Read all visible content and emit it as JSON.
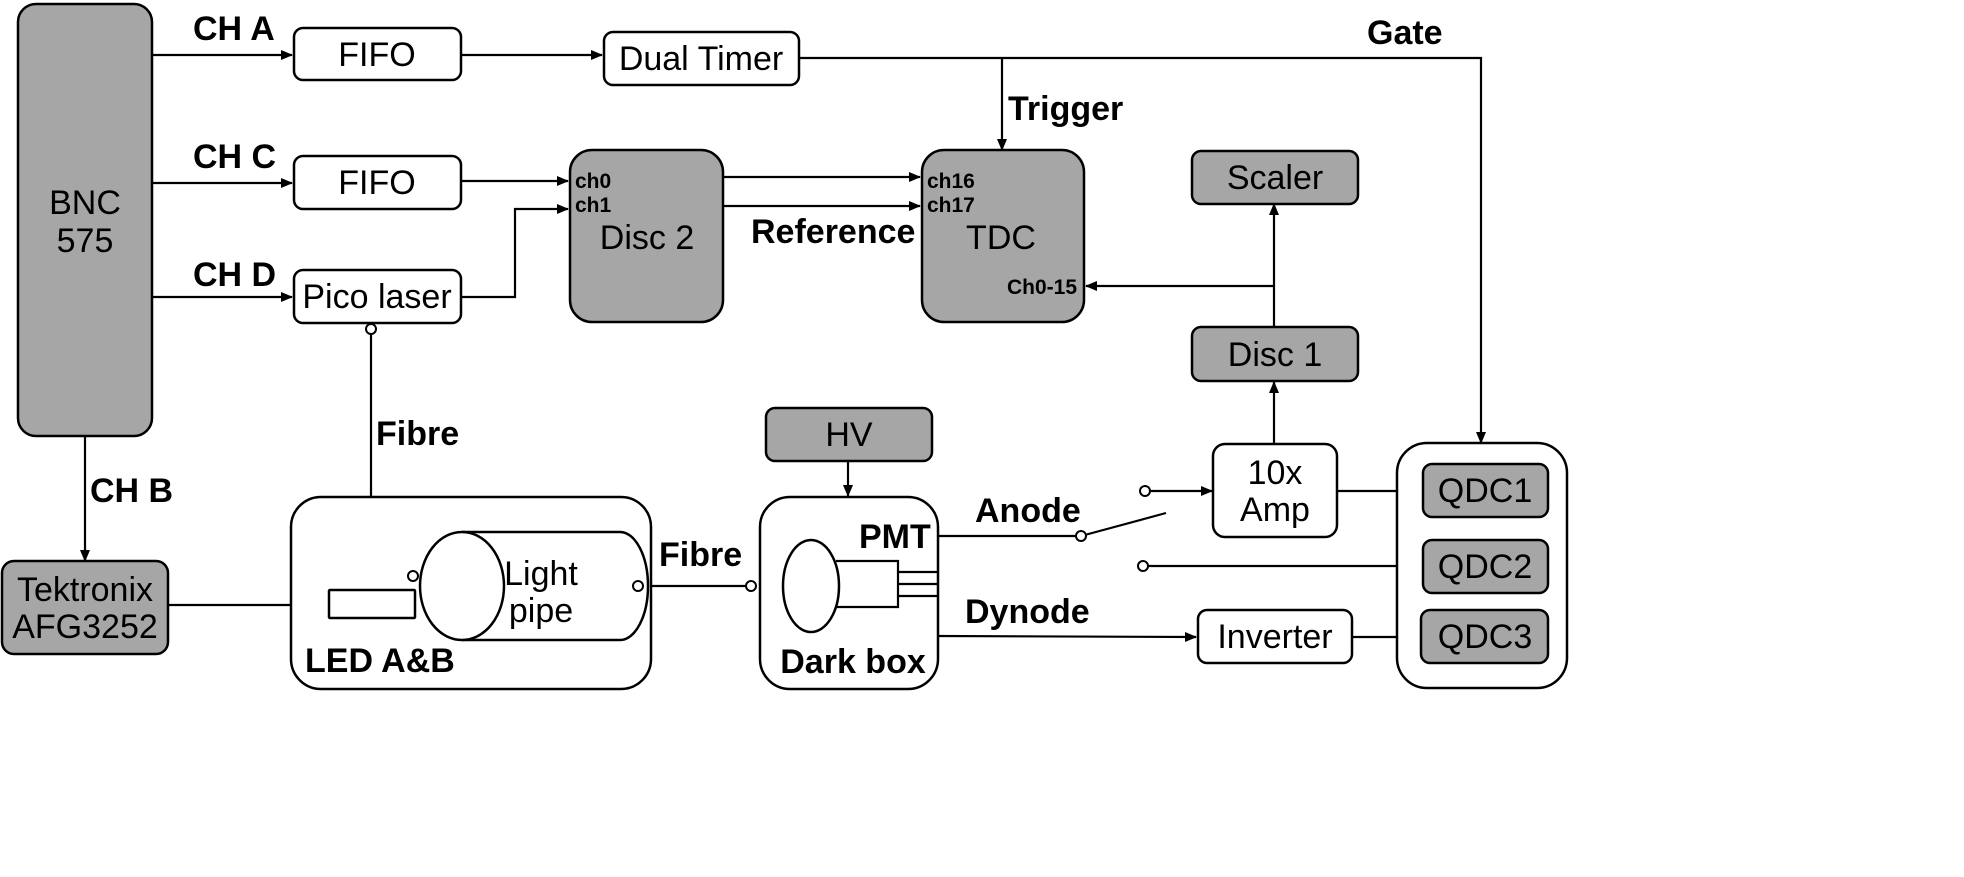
{
  "blocks": {
    "bnc_line1": "BNC",
    "bnc_line2": "575",
    "fifo_a": "FIFO",
    "fifo_c": "FIFO",
    "dual_timer": "Dual Timer",
    "pico_laser": "Pico laser",
    "disc2": "Disc 2",
    "tdc": "TDC",
    "scaler": "Scaler",
    "disc1": "Disc 1",
    "amp_line1": "10x",
    "amp_line2": "Amp",
    "hv": "HV",
    "tek_line1": "Tektronix",
    "tek_line2": "AFG3252",
    "led": "LED A&B",
    "light_pipe_line1": "Light",
    "light_pipe_line2": "pipe",
    "pmt": "PMT",
    "dark_box": "Dark box",
    "inverter": "Inverter",
    "qdc1": "QDC1",
    "qdc2": "QDC2",
    "qdc3": "QDC3"
  },
  "ports": {
    "disc2_ch0": "ch0",
    "disc2_ch1": "ch1",
    "tdc_ch16": "ch16",
    "tdc_ch17": "ch17",
    "tdc_ch0_15": "Ch0-15"
  },
  "signals": {
    "ch_a": "CH A",
    "ch_c": "CH C",
    "ch_d": "CH D",
    "ch_b": "CH B",
    "gate": "Gate",
    "trigger": "Trigger",
    "reference": "Reference",
    "fibre_1": "Fibre",
    "fibre_2": "Fibre",
    "anode": "Anode",
    "dynode": "Dynode"
  },
  "colors": {
    "gray_fill": "#a6a6a6",
    "white_fill": "#ffffff",
    "line": "#000000"
  }
}
